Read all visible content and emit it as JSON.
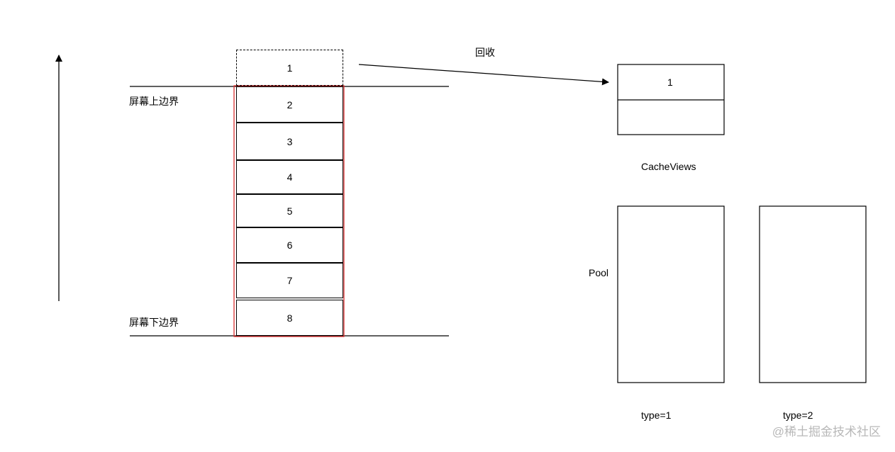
{
  "scroll_direction": "up",
  "recycled_item": "1",
  "list_items": [
    "1",
    "2",
    "3",
    "4",
    "5",
    "6",
    "7",
    "8"
  ],
  "labels": {
    "top_bound": "屏幕上边界",
    "bottom_bound": "屏幕下边界",
    "recycle": "回收",
    "cache_views": "CacheViews",
    "pool": "Pool",
    "type1": "type=1",
    "type2": "type=2"
  },
  "cache": {
    "slots": [
      "1",
      ""
    ]
  },
  "colors": {
    "visible_highlight": "#d33",
    "stroke": "#000000",
    "watermark": "#b8b8b8"
  },
  "watermark": "@稀土掘金技术社区"
}
